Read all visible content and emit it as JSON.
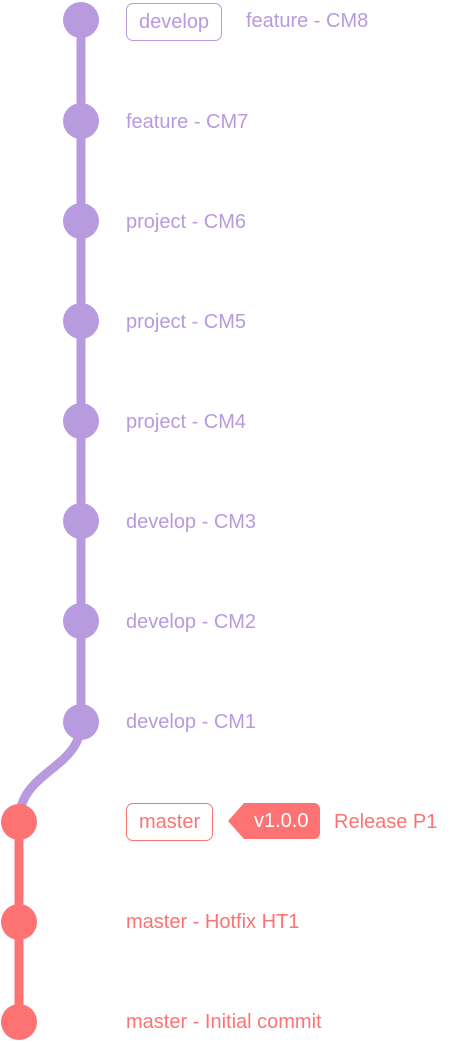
{
  "colors": {
    "develop": "#b89ade",
    "master": "#fd7373"
  },
  "branches": {
    "develop_label": "develop",
    "master_label": "master"
  },
  "tag": {
    "label": "v1.0.0"
  },
  "commits": [
    {
      "branch": "develop",
      "message": "feature - CM8"
    },
    {
      "branch": "develop",
      "message": "feature - CM7"
    },
    {
      "branch": "develop",
      "message": "project - CM6"
    },
    {
      "branch": "develop",
      "message": "project - CM5"
    },
    {
      "branch": "develop",
      "message": "project - CM4"
    },
    {
      "branch": "develop",
      "message": "develop - CM3"
    },
    {
      "branch": "develop",
      "message": "develop - CM2"
    },
    {
      "branch": "develop",
      "message": "develop - CM1"
    },
    {
      "branch": "master",
      "message": "Release P1"
    },
    {
      "branch": "master",
      "message": "master - Hotfix HT1"
    },
    {
      "branch": "master",
      "message": "master - Initial commit"
    }
  ]
}
